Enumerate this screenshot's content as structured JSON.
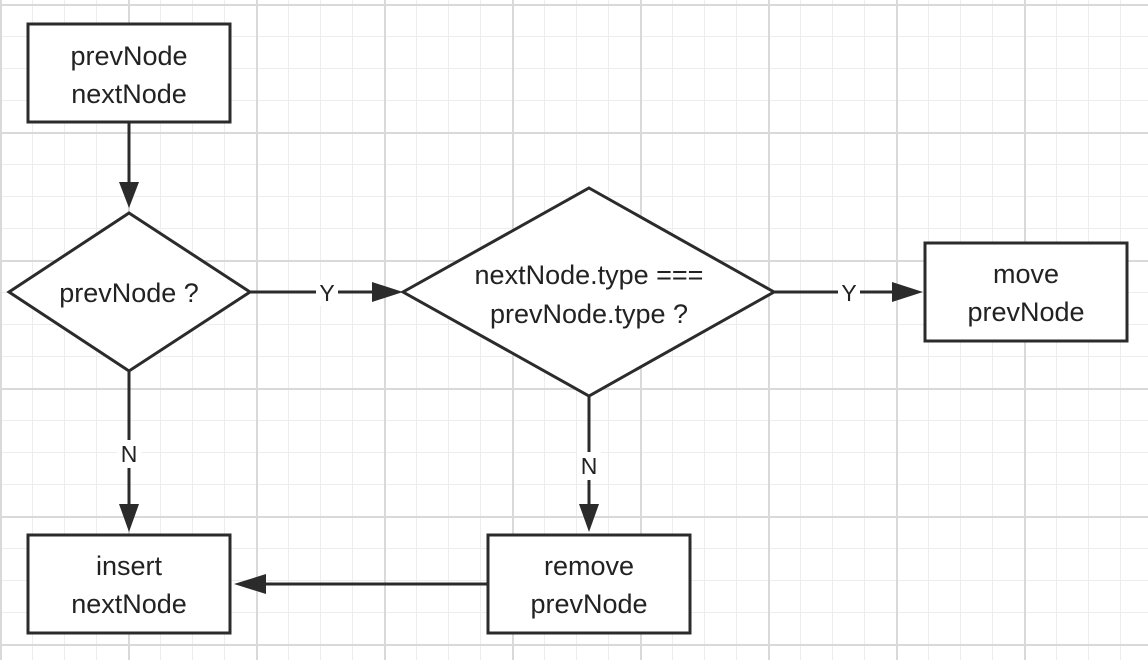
{
  "nodes": {
    "start": {
      "line1": "prevNode",
      "line2": "nextNode"
    },
    "check_prev": {
      "line1": "prevNode ?"
    },
    "check_type": {
      "line1": "nextNode.type ===",
      "line2": "prevNode.type ?"
    },
    "move": {
      "line1": "move",
      "line2": "prevNode"
    },
    "insert": {
      "line1": "insert",
      "line2": "nextNode"
    },
    "remove": {
      "line1": "remove",
      "line2": "prevNode"
    }
  },
  "edges": {
    "prev_yes": "Y",
    "prev_no": "N",
    "type_yes": "Y",
    "type_no": "N"
  }
}
